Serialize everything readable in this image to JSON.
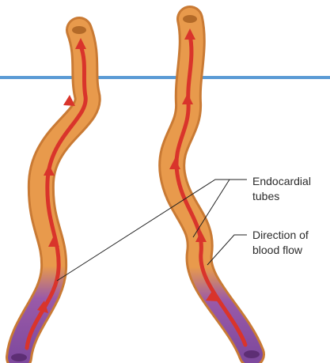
{
  "labels": {
    "endocardial_line1": "Endocardial",
    "endocardial_line2": "tubes",
    "direction_line1": "Direction of",
    "direction_line2": "blood flow"
  },
  "colors": {
    "background": "#ffffff",
    "horizon_line": "#5b9bd5",
    "tube_orange": "#e89a4c",
    "tube_orange_dark": "#c97a34",
    "tube_purple": "#8a4fa6",
    "flow_arrow_red": "#d9342b",
    "leader_line": "#222222",
    "label_text": "#2b2b2b"
  },
  "icons": {
    "flow_arrow": "red-arrow-up-icon"
  }
}
